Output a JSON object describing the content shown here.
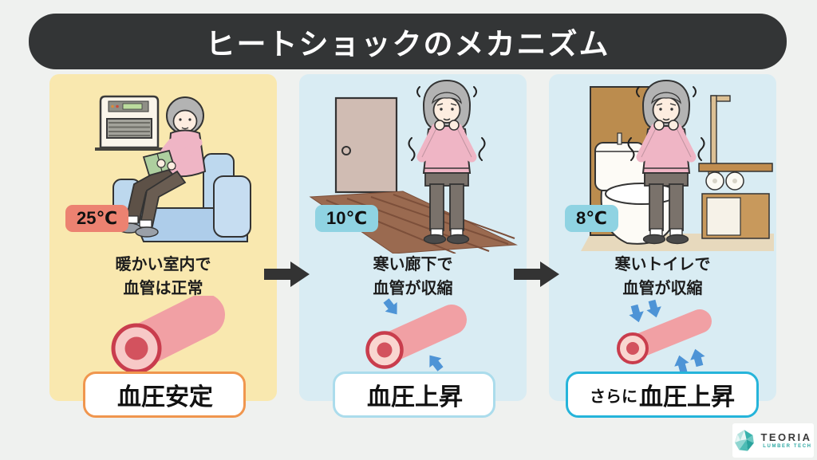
{
  "title": {
    "text": "ヒートショックのメカニズム"
  },
  "panels": [
    {
      "temp": "25℃",
      "caption_line1": "暖かい室内で",
      "caption_line2": "血管は正常",
      "label_prefix": "",
      "label": "血圧安定"
    },
    {
      "temp": "10℃",
      "caption_line1": "寒い廊下で",
      "caption_line2": "血管が収縮",
      "label_prefix": "",
      "label": "血圧上昇"
    },
    {
      "temp": "8℃",
      "caption_line1": "寒いトイレで",
      "caption_line2": "血管が収縮",
      "label_prefix": "さらに",
      "label": "血圧上昇"
    }
  ],
  "colors": {
    "page_bg": "#eff1ef",
    "title_bg": "#333536",
    "panel_warm": "#f9e8af",
    "panel_cold": "#d9ecf3",
    "badge_warm": "#ec8271",
    "badge_cold": "#8fd3e2",
    "label_border_orange": "#f0964e",
    "label_border_paleblue": "#abdcec",
    "label_border_cyan": "#25b4da",
    "vessel_pink": "#f1a0a4",
    "vessel_ring": "#c93d4d",
    "vessel_lumen": "#d3525e",
    "constrict_arrow_blue": "#4e94d6",
    "flow_arrow": "#333333"
  },
  "logo": {
    "name": "TEORIA",
    "sub": "LUMBER TECH"
  }
}
